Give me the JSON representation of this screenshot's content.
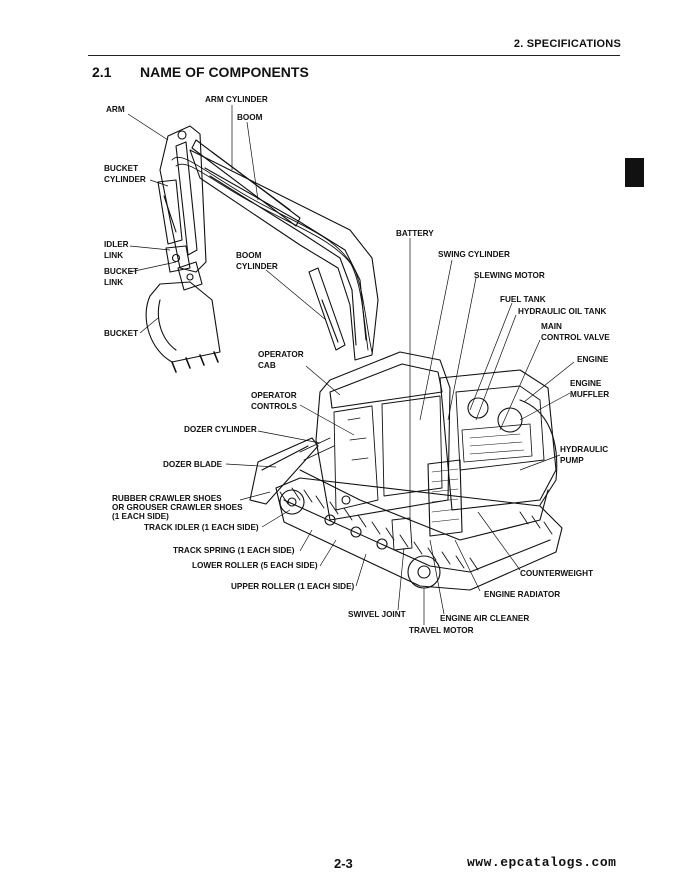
{
  "header": {
    "section": "2. SPECIFICATIONS"
  },
  "heading": {
    "number": "2.1",
    "title": "NAME OF COMPONENTS"
  },
  "labels": {
    "arm": "ARM",
    "arm_cylinder": "ARM CYLINDER",
    "boom": "BOOM",
    "bucket_cylinder_1": "BUCKET",
    "bucket_cylinder_2": "CYLINDER",
    "idler_link_1": "IDLER",
    "idler_link_2": "LINK",
    "bucket_link_1": "BUCKET",
    "bucket_link_2": "LINK",
    "bucket": "BUCKET",
    "boom_cylinder_1": "BOOM",
    "boom_cylinder_2": "CYLINDER",
    "battery": "BATTERY",
    "swing_cylinder": "SWING CYLINDER",
    "slewing_motor": "SLEWING MOTOR",
    "fuel_tank": "FUEL TANK",
    "hydraulic_oil_tank": "HYDRAULIC OIL TANK",
    "main_control_valve_1": "MAIN",
    "main_control_valve_2": "CONTROL VALVE",
    "operator_cab_1": "OPERATOR",
    "operator_cab_2": "CAB",
    "engine": "ENGINE",
    "engine_muffler_1": "ENGINE",
    "engine_muffler_2": "MUFFLER",
    "operator_controls_1": "OPERATOR",
    "operator_controls_2": "CONTROLS",
    "dozer_cylinder": "DOZER CYLINDER",
    "hydraulic_pump_1": "HYDRAULIC",
    "hydraulic_pump_2": "PUMP",
    "dozer_blade": "DOZER BLADE",
    "crawler_shoes_1": "RUBBER CRAWLER SHOES",
    "crawler_shoes_2": "OR GROUSER CRAWLER SHOES",
    "crawler_shoes_3": "(1 EACH SIDE)",
    "track_idler": "TRACK IDLER (1 EACH SIDE)",
    "track_spring": "TRACK SPRING (1 EACH SIDE)",
    "lower_roller": "LOWER ROLLER (5 EACH SIDE)",
    "counterweight": "COUNTERWEIGHT",
    "upper_roller": "UPPER ROLLER (1 EACH SIDE)",
    "engine_radiator": "ENGINE RADIATOR",
    "swivel_joint": "SWIVEL JOINT",
    "engine_air_cleaner": "ENGINE AIR CLEANER",
    "travel_motor": "TRAVEL MOTOR"
  },
  "footer": {
    "page": "2-3",
    "website": "www.epcatalogs.com"
  }
}
